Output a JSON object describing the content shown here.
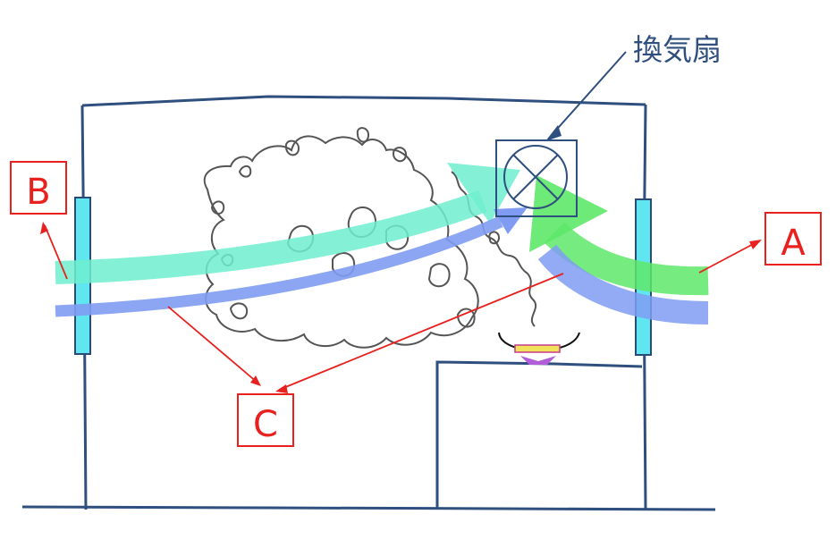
{
  "labels": {
    "fan": "換気扇",
    "a": "A",
    "b": "B",
    "c": "C"
  },
  "colors": {
    "wall": "#2f4f7f",
    "window_fill": "#5fe6f0",
    "window_stroke": "#2a4a78",
    "stream_b": "#6fefcf",
    "stream_a": "#5ee86a",
    "stream_c": "#7f9cf2",
    "pointer": "#e8201e",
    "smoke": "#555555",
    "pan": "#f0e25a",
    "flame": "#b25ed8"
  },
  "icons": [
    "fan-x-icon",
    "cooking-pan-icon",
    "stove-flame-icon"
  ]
}
